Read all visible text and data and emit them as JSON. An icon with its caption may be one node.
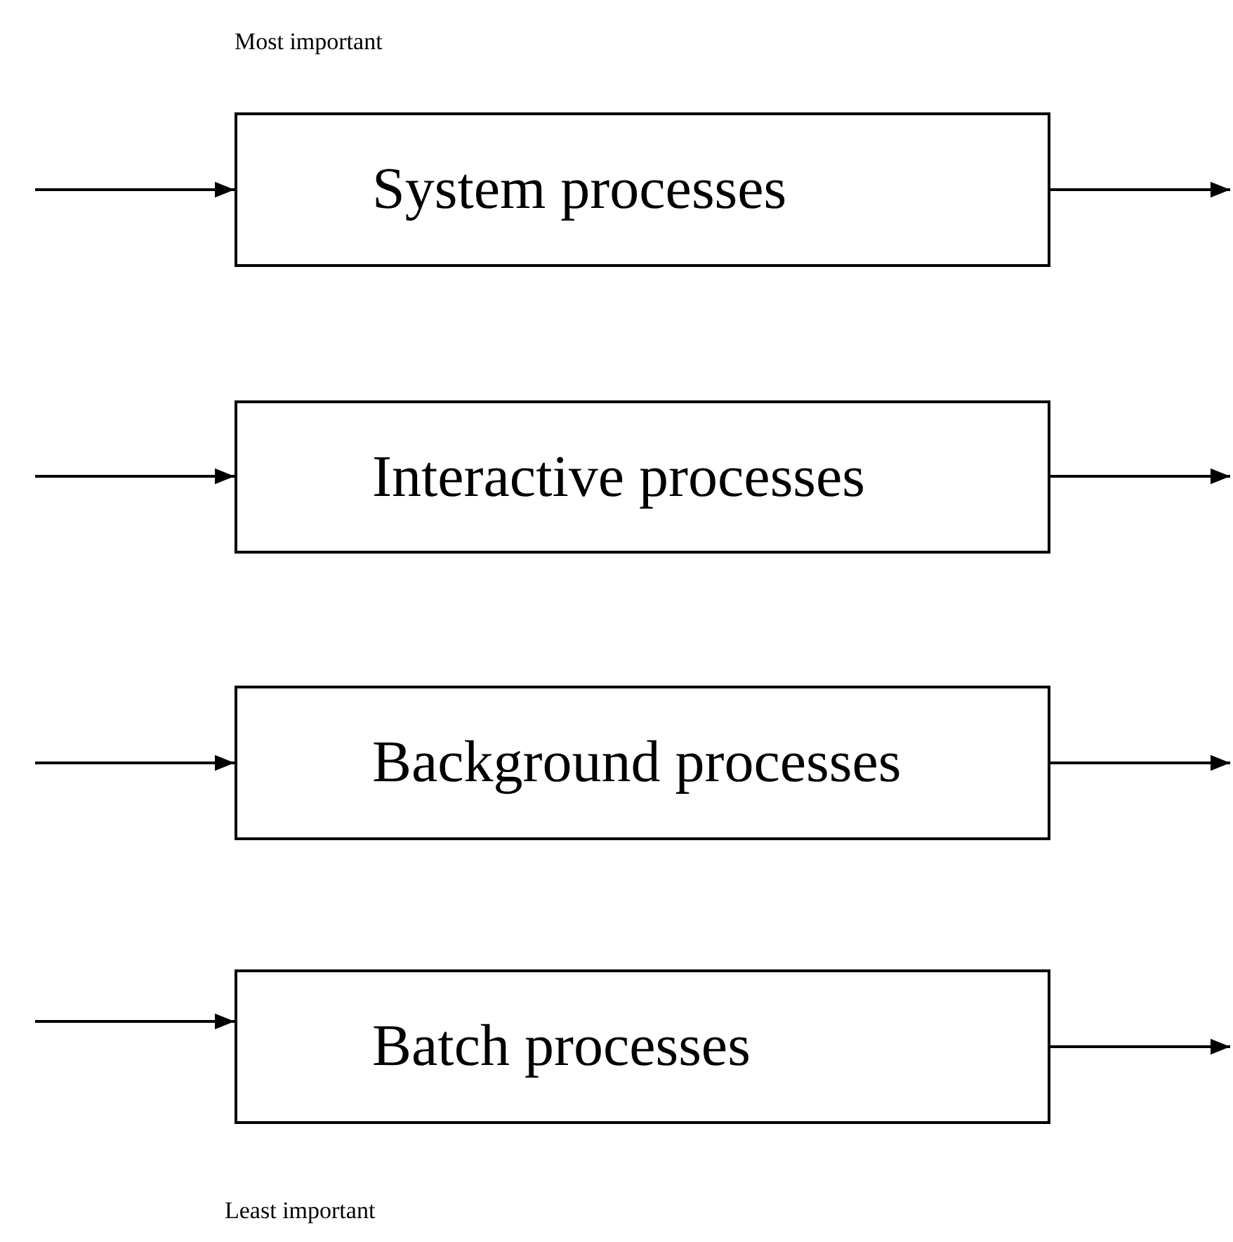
{
  "diagram": {
    "nodes": [
      {
        "text": [
          "System processes"
        ]
      },
      {
        "text": [
          "Interactive processes"
        ]
      },
      {
        "text": [
          "Background processes"
        ]
      },
      {
        "text": [
          "Batch processes"
        ]
      }
    ],
    "edges": [
      {
        "from": null,
        "to": 0,
        "arrow": "to"
      },
      {
        "from": 0,
        "to": null,
        "arrow": "to"
      },
      {
        "from": null,
        "to": 1,
        "arrow": "to"
      },
      {
        "from": 1,
        "to": null,
        "arrow": "to"
      },
      {
        "from": null,
        "to": 2,
        "arrow": "to"
      },
      {
        "from": 2,
        "to": null,
        "arrow": "to"
      },
      {
        "from": null,
        "to": 3,
        "arrow": "to"
      },
      {
        "from": 3,
        "to": null,
        "arrow": "to"
      }
    ],
    "labels": [
      "Most important",
      "Least important"
    ]
  }
}
